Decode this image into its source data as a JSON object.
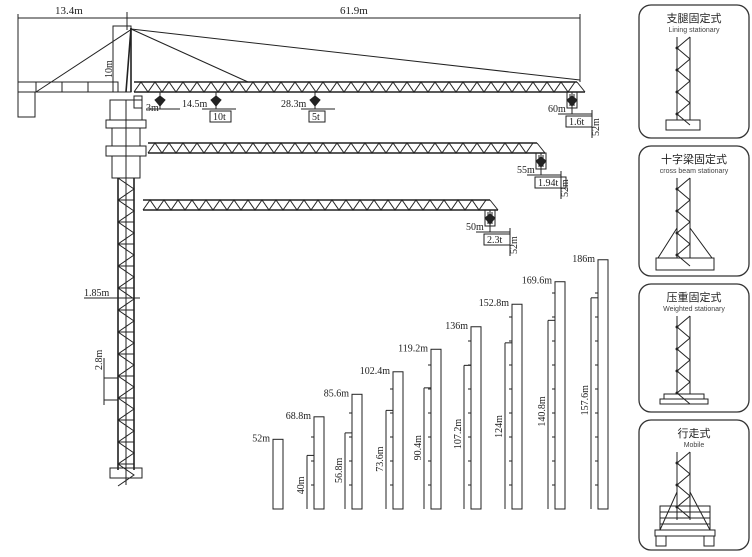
{
  "main_crane": {
    "counter_jib_length": "13.4m",
    "jib_length": "61.9m",
    "head_height": "10m",
    "mast_width": "1.85m",
    "section_height": "2.8m",
    "jib_configs": [
      {
        "hooks": [
          {
            "radius": "3m",
            "load": ""
          },
          {
            "radius": "14.5m",
            "load": "10t"
          },
          {
            "radius": "28.3m",
            "load": "5t"
          },
          {
            "radius": "60m",
            "load": "1.6t"
          }
        ],
        "height": "52m"
      },
      {
        "hooks": [
          {
            "radius": "55m",
            "load": "1.94t"
          }
        ],
        "height": "52m"
      },
      {
        "hooks": [
          {
            "radius": "50m",
            "load": "2.3t"
          }
        ],
        "height": "52m"
      }
    ]
  },
  "heights": [
    {
      "total": "52m",
      "total_m": 52,
      "tie": "",
      "tie_m": 0
    },
    {
      "total": "68.8m",
      "total_m": 68.8,
      "tie": "40m",
      "tie_m": 40
    },
    {
      "total": "85.6m",
      "total_m": 85.6,
      "tie": "56.8m",
      "tie_m": 56.8
    },
    {
      "total": "102.4m",
      "total_m": 102.4,
      "tie": "73.6m",
      "tie_m": 73.6
    },
    {
      "total": "119.2m",
      "total_m": 119.2,
      "tie": "90.4m",
      "tie_m": 90.4
    },
    {
      "total": "136m",
      "total_m": 136,
      "tie": "107.2m",
      "tie_m": 107.2
    },
    {
      "total": "152.8m",
      "total_m": 152.8,
      "tie": "124m",
      "tie_m": 124
    },
    {
      "total": "169.6m",
      "total_m": 169.6,
      "tie": "140.8m",
      "tie_m": 140.8
    },
    {
      "total": "186m",
      "total_m": 186,
      "tie": "157.6m",
      "tie_m": 157.6
    }
  ],
  "base_types": [
    {
      "title": "支腿固定式",
      "subtitle": "Lining stationary"
    },
    {
      "title": "十字梁固定式",
      "subtitle": "cross beam stationary"
    },
    {
      "title": "压重固定式",
      "subtitle": "Weighted  stationary"
    },
    {
      "title": "行走式",
      "subtitle": "Mobile"
    }
  ]
}
